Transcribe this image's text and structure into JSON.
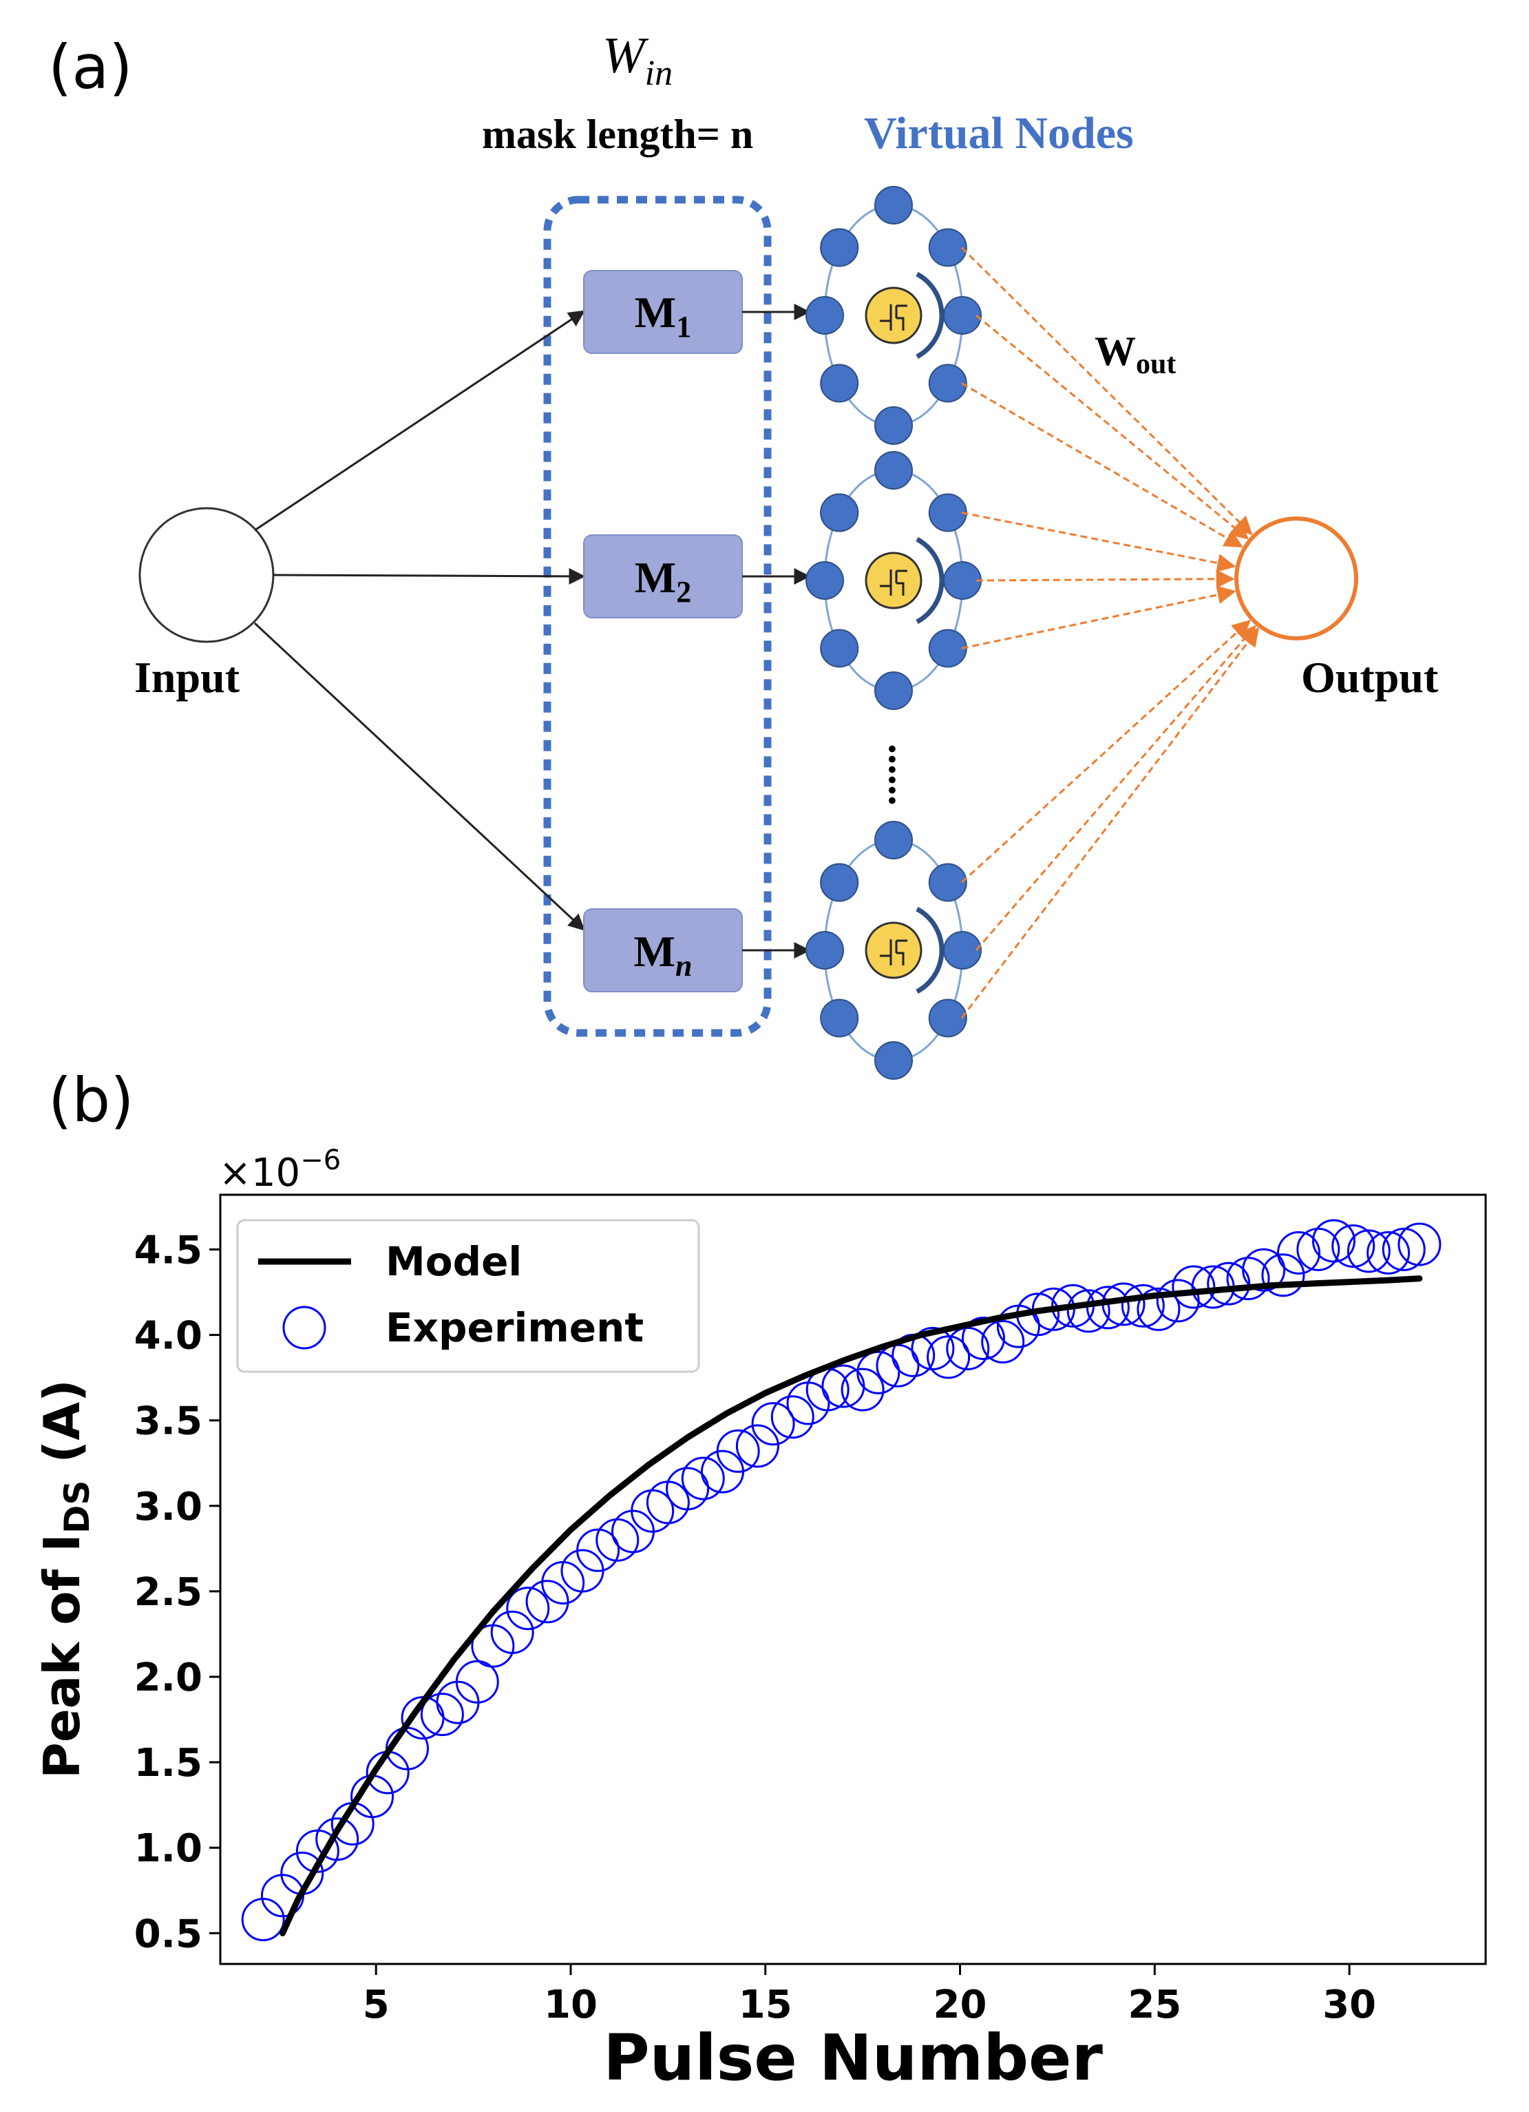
{
  "panel_a": {
    "label": "(a)",
    "win_symbol": "W",
    "win_sub": "in",
    "mask_text": "mask length= n",
    "virtual_nodes": "Virtual Nodes",
    "wout_symbol": "W",
    "wout_sub": "out",
    "input_label": "Input",
    "output_label": "Output",
    "ellipsis": "......",
    "masks": [
      {
        "base": "M",
        "sub": "1"
      },
      {
        "base": "M",
        "sub": "2"
      },
      {
        "base": "M",
        "sub": "n"
      }
    ],
    "colors": {
      "mask_fill": "#9fa8d8",
      "dashed_box": "#4472c4",
      "node": "#4472c4",
      "ring": "#7ea6d6",
      "center": "#f7d154",
      "output": "#ed7d31",
      "virtual_nodes_text": "#4472c4"
    }
  },
  "panel_b": {
    "label": "(b)",
    "chart_data": {
      "type": "scatter",
      "xlabel": "Pulse Number",
      "ylabel_base": "Peak of I",
      "ylabel_sub": "DS",
      "ylabel_unit": " (A)",
      "scale_label": "×10",
      "scale_exp": "−6",
      "xlim": [
        1,
        33.5
      ],
      "ylim": [
        0.32,
        4.82
      ],
      "xticks": [
        5,
        10,
        15,
        20,
        25,
        30
      ],
      "yticks": [
        0.5,
        1.0,
        1.5,
        2.0,
        2.5,
        3.0,
        3.5,
        4.0,
        4.5
      ],
      "xtick_labels": [
        "5",
        "10",
        "15",
        "20",
        "25",
        "30"
      ],
      "ytick_labels": [
        "0.5",
        "1.0",
        "1.5",
        "2.0",
        "2.5",
        "3.0",
        "3.5",
        "4.0",
        "4.5"
      ],
      "legend_position": "top-left",
      "series": [
        {
          "name": "Model",
          "kind": "line",
          "color": "#000000",
          "x": [
            2.6,
            3,
            4,
            5,
            6,
            7,
            8,
            9,
            10,
            11,
            12,
            13,
            14,
            15,
            16,
            17,
            18,
            19,
            20,
            21,
            22,
            23,
            24,
            25,
            26,
            27,
            28,
            29,
            30,
            31,
            31.8
          ],
          "y": [
            0.5,
            0.7,
            1.1,
            1.46,
            1.79,
            2.1,
            2.38,
            2.63,
            2.86,
            3.06,
            3.24,
            3.4,
            3.54,
            3.66,
            3.76,
            3.85,
            3.93,
            4.0,
            4.05,
            4.1,
            4.14,
            4.17,
            4.2,
            4.23,
            4.25,
            4.27,
            4.29,
            4.3,
            4.31,
            4.32,
            4.33
          ]
        },
        {
          "name": "Experiment",
          "kind": "scatter",
          "color": "#0000ff",
          "x": [
            2.1,
            2.6,
            3.1,
            3.5,
            4.0,
            4.4,
            4.9,
            5.3,
            5.8,
            6.2,
            6.7,
            7.1,
            7.6,
            8.0,
            8.5,
            8.9,
            9.4,
            9.8,
            10.3,
            10.7,
            11.2,
            11.6,
            12.1,
            12.5,
            13.0,
            13.4,
            13.9,
            14.3,
            14.8,
            15.2,
            15.7,
            16.1,
            16.6,
            17.0,
            17.5,
            17.9,
            18.4,
            18.8,
            19.3,
            19.7,
            20.2,
            20.6,
            21.1,
            21.5,
            22.0,
            22.4,
            22.9,
            23.3,
            23.8,
            24.2,
            24.7,
            25.1,
            25.6,
            26.0,
            26.5,
            26.9,
            27.4,
            27.8,
            28.3,
            28.7,
            29.2,
            29.6,
            30.1,
            30.5,
            31.0,
            31.4,
            31.8
          ],
          "y": [
            0.58,
            0.72,
            0.85,
            0.98,
            1.05,
            1.14,
            1.3,
            1.44,
            1.58,
            1.76,
            1.78,
            1.85,
            1.97,
            2.18,
            2.26,
            2.4,
            2.44,
            2.55,
            2.62,
            2.74,
            2.8,
            2.85,
            2.97,
            3.02,
            3.1,
            3.16,
            3.2,
            3.32,
            3.35,
            3.48,
            3.52,
            3.6,
            3.68,
            3.7,
            3.68,
            3.78,
            3.82,
            3.88,
            3.92,
            3.87,
            3.92,
            3.98,
            3.96,
            4.05,
            4.12,
            4.15,
            4.17,
            4.14,
            4.16,
            4.18,
            4.17,
            4.15,
            4.2,
            4.28,
            4.28,
            4.3,
            4.33,
            4.38,
            4.35,
            4.48,
            4.5,
            4.55,
            4.52,
            4.49,
            4.48,
            4.5,
            4.53
          ]
        }
      ]
    }
  }
}
